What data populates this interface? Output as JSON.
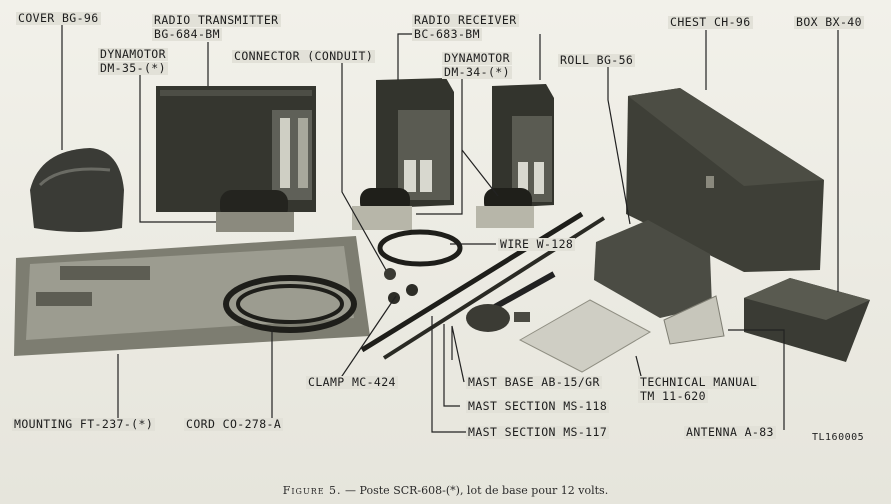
{
  "labels": {
    "cover": "COVER BG-96",
    "transmitter_1": "RADIO TRANSMITTER",
    "transmitter_2": "BG-684-BM",
    "dynamotor35_1": "DYNAMOTOR",
    "dynamotor35_2": "DM-35-(*)",
    "connector": "CONNECTOR (CONDUIT)",
    "receiver_1": "RADIO RECEIVER",
    "receiver_2": "BC-683-BM",
    "dynamotor34_1": "DYNAMOTOR",
    "dynamotor34_2": "DM-34-(*)",
    "roll": "ROLL BG-56",
    "chest": "CHEST CH-96",
    "box": "BOX BX-40",
    "wire": "WIRE W-128",
    "clamp": "CLAMP MC-424",
    "mast_base": "MAST BASE AB-15/GR",
    "manual_1": "TECHNICAL MANUAL",
    "manual_2": "TM 11-620",
    "mast118": "MAST SECTION MS-118",
    "mast117": "MAST SECTION MS-117",
    "antenna": "ANTENNA A-83",
    "mounting": "MOUNTING FT-237-(*)",
    "cord": "CORD CO-278-A"
  },
  "reference": "TL160005",
  "caption": {
    "figure": "Figure 5.",
    "text": "— Poste SCR-608-(*), lot de base pour 12 volts."
  }
}
